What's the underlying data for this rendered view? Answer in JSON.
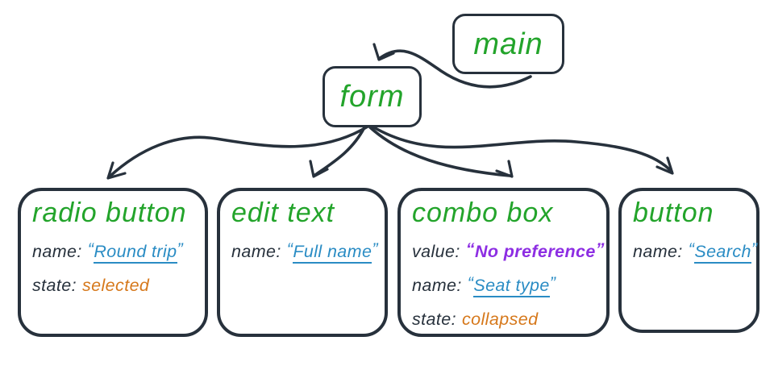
{
  "colors": {
    "ink": "#27313c",
    "role-green": "#23a42b",
    "name-blue": "#2a8cc4",
    "state-orange": "#d6781b",
    "value-purple": "#8d2ee3",
    "bg": "#ffffff"
  },
  "punct": {
    "open": "“",
    "close": "”"
  },
  "nodes": {
    "main": {
      "label": "main"
    },
    "form": {
      "label": "form"
    },
    "children": [
      {
        "id": "radio-button",
        "label": "radio button",
        "properties": [
          {
            "key": "name:",
            "value": "Round trip",
            "kind": "name"
          },
          {
            "key": "state:",
            "value": "selected",
            "kind": "state"
          }
        ]
      },
      {
        "id": "edit-text",
        "label": "edit text",
        "properties": [
          {
            "key": "name:",
            "value": "Full name",
            "kind": "name"
          }
        ]
      },
      {
        "id": "combo-box",
        "label": "combo box",
        "properties": [
          {
            "key": "value:",
            "value": "No preference",
            "kind": "value"
          },
          {
            "key": "name:",
            "value": "Seat type",
            "kind": "name"
          },
          {
            "key": "state:",
            "value": "collapsed",
            "kind": "state"
          }
        ]
      },
      {
        "id": "button",
        "label": "button",
        "properties": [
          {
            "key": "name:",
            "value": "Search",
            "kind": "name"
          }
        ]
      }
    ]
  },
  "edges": [
    {
      "from": "main",
      "to": "form"
    },
    {
      "from": "form",
      "to": "radio-button"
    },
    {
      "from": "form",
      "to": "edit-text"
    },
    {
      "from": "form",
      "to": "combo-box"
    },
    {
      "from": "form",
      "to": "button"
    }
  ]
}
